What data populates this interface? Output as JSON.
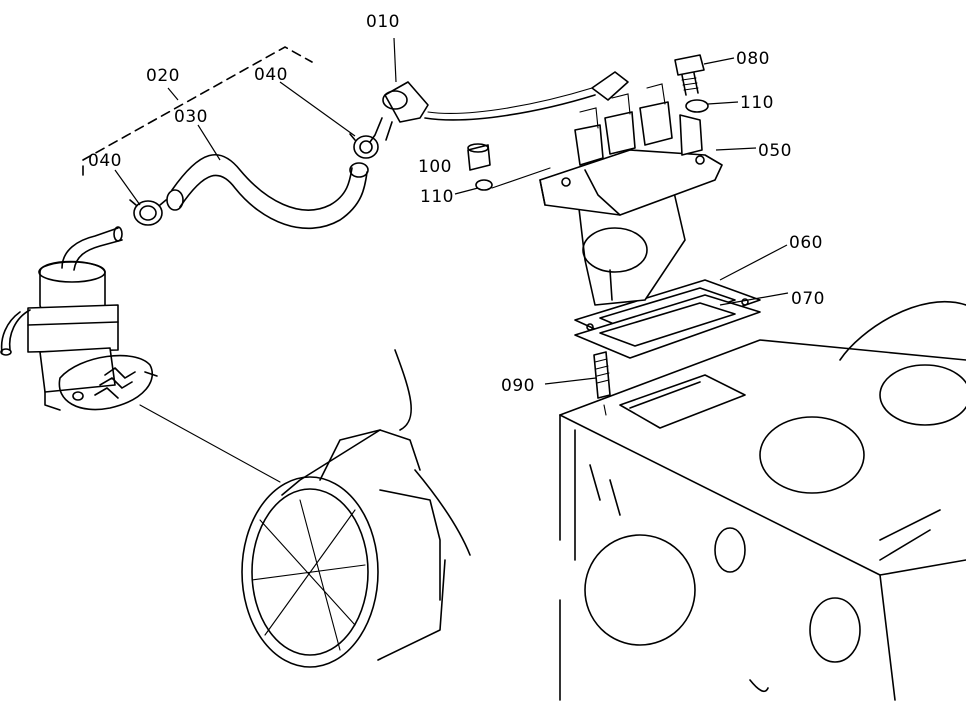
{
  "labels": {
    "p010": "010",
    "p020": "020",
    "p030": "030",
    "p040a": "040",
    "p040b": "040",
    "p050": "050",
    "p060": "060",
    "p070": "070",
    "p080": "080",
    "p090": "090",
    "p100": "100",
    "p110a": "110",
    "p110b": "110"
  }
}
